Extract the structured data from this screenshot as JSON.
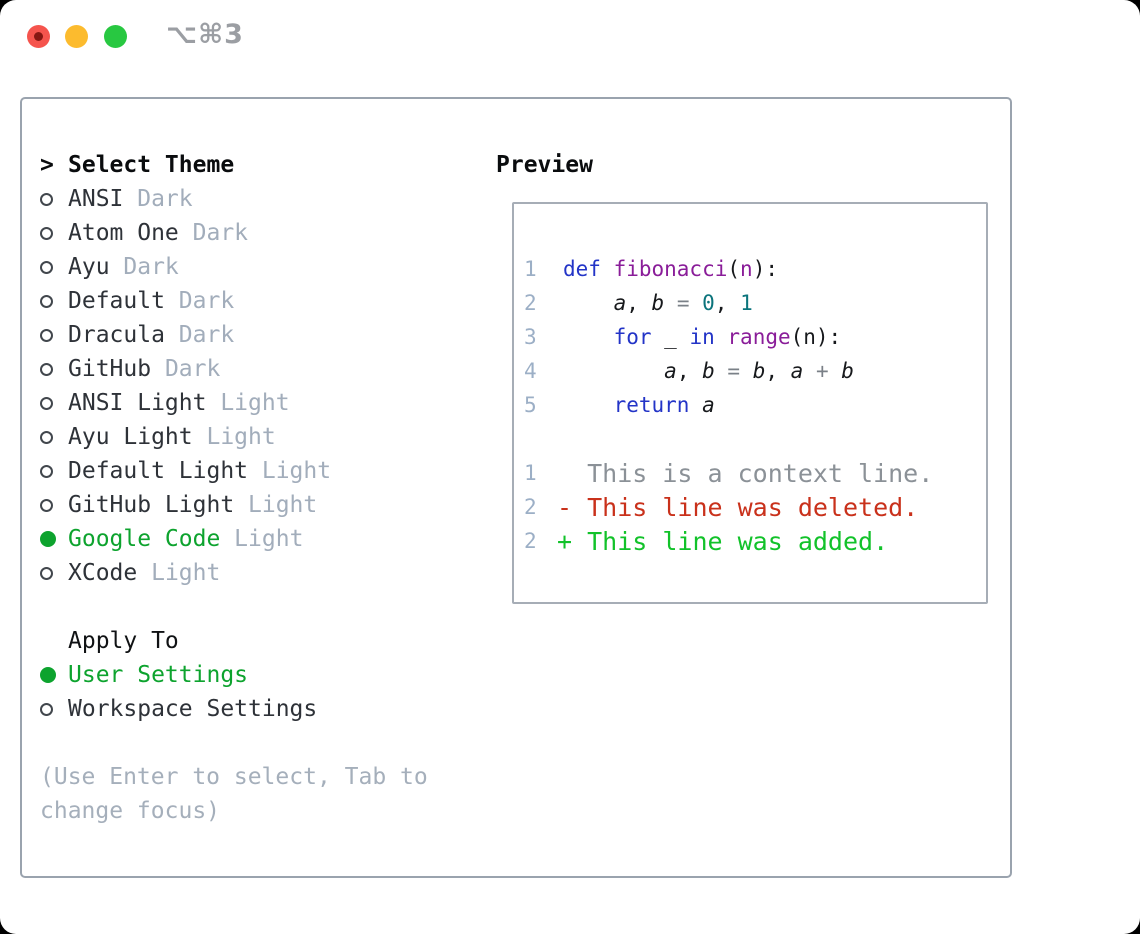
{
  "window": {
    "titlebar": {
      "shortcut": "⌥⌘3",
      "traffic_lights": [
        "close",
        "minimize",
        "zoom"
      ]
    }
  },
  "theme_panel": {
    "header": {
      "marker": ">",
      "label": "Select Theme"
    },
    "themes": [
      {
        "name": "ANSI",
        "variant": "Dark",
        "selected": false
      },
      {
        "name": "Atom One",
        "variant": "Dark",
        "selected": false
      },
      {
        "name": "Ayu",
        "variant": "Dark",
        "selected": false
      },
      {
        "name": "Default",
        "variant": "Dark",
        "selected": false
      },
      {
        "name": "Dracula",
        "variant": "Dark",
        "selected": false
      },
      {
        "name": "GitHub",
        "variant": "Dark",
        "selected": false
      },
      {
        "name": "ANSI Light",
        "variant": "Light",
        "selected": false
      },
      {
        "name": "Ayu Light",
        "variant": "Light",
        "selected": false
      },
      {
        "name": "Default Light",
        "variant": "Light",
        "selected": false
      },
      {
        "name": "GitHub Light",
        "variant": "Light",
        "selected": false
      },
      {
        "name": "Google Code",
        "variant": "Light",
        "selected": true
      },
      {
        "name": "XCode",
        "variant": "Light",
        "selected": false
      }
    ],
    "apply_to": {
      "label": "Apply To",
      "options": [
        {
          "label": "User Settings",
          "selected": true
        },
        {
          "label": "Workspace Settings",
          "selected": false
        }
      ]
    },
    "help": [
      "(Use Enter to select, Tab to",
      "change focus)"
    ]
  },
  "preview": {
    "title": "Preview",
    "code_lines": [
      {
        "num": "1",
        "segments": [
          [
            "kw",
            "def "
          ],
          [
            "fn",
            "fibonacci"
          ],
          [
            "plain",
            "("
          ],
          [
            "fn",
            "n"
          ],
          [
            "plain",
            "):"
          ]
        ]
      },
      {
        "num": "2",
        "segments": [
          [
            "plain",
            "    "
          ],
          [
            "var",
            "a"
          ],
          [
            "plain",
            ", "
          ],
          [
            "var",
            "b"
          ],
          [
            "op",
            " = "
          ],
          [
            "num",
            "0"
          ],
          [
            "plain",
            ", "
          ],
          [
            "num",
            "1"
          ]
        ]
      },
      {
        "num": "3",
        "segments": [
          [
            "plain",
            "    "
          ],
          [
            "kw",
            "for"
          ],
          [
            "plain",
            " _ "
          ],
          [
            "kw",
            "in"
          ],
          [
            "plain",
            " "
          ],
          [
            "fn",
            "range"
          ],
          [
            "plain",
            "(n):"
          ]
        ]
      },
      {
        "num": "4",
        "segments": [
          [
            "plain",
            "        "
          ],
          [
            "var",
            "a"
          ],
          [
            "plain",
            ", "
          ],
          [
            "var",
            "b"
          ],
          [
            "op",
            " = "
          ],
          [
            "var",
            "b"
          ],
          [
            "plain",
            ", "
          ],
          [
            "var",
            "a"
          ],
          [
            "op",
            " + "
          ],
          [
            "var",
            "b"
          ]
        ]
      },
      {
        "num": "5",
        "segments": [
          [
            "plain",
            "    "
          ],
          [
            "kw",
            "return"
          ],
          [
            "plain",
            " "
          ],
          [
            "var",
            "a"
          ]
        ]
      }
    ],
    "diff_lines": [
      {
        "num": "1",
        "segments": [
          [
            "ctx",
            "  This is a context line."
          ]
        ]
      },
      {
        "num": "2",
        "segments": [
          [
            "del",
            "- This line was deleted."
          ]
        ]
      },
      {
        "num": "2",
        "segments": [
          [
            "add",
            "+ This line was added."
          ]
        ]
      }
    ]
  },
  "colors": {
    "text": "#2e3238",
    "muted": "#a2adbb",
    "help": "#a5afbb",
    "green": "#0da32e",
    "ln": "#9cafc6",
    "kw": "#2334c7",
    "fn": "#8a1d99",
    "num": "#0b747c",
    "op": "#7a8087",
    "ctx": "#8b9197",
    "del": "#c9311b",
    "add": "#12c22a",
    "red-light": "#f5544d",
    "yellow-light": "#fcbb2e",
    "green-light": "#28c841"
  }
}
